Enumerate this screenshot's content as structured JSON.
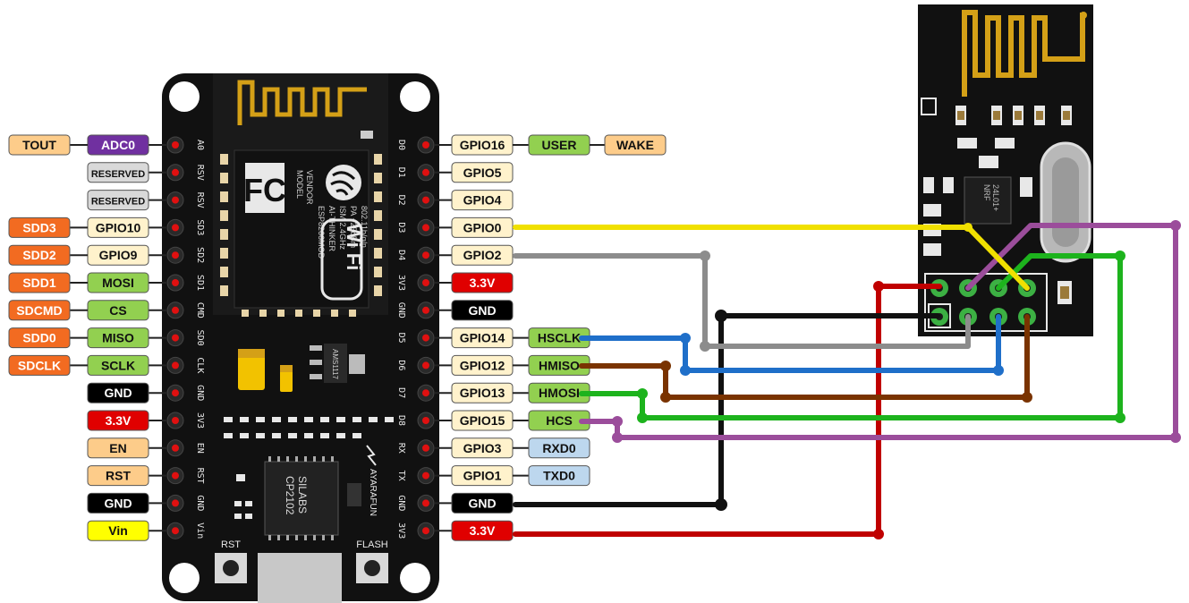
{
  "colors": {
    "board": "#111111",
    "orange": "#f26b21",
    "cream": "#fff2cc",
    "green": "#92d050",
    "red": "#e00000",
    "black": "#000000",
    "gray": "#d9d9d9",
    "purple": "#7030a0",
    "peach": "#fdcc8a",
    "yellow": "#ffff00",
    "lightblue": "#bdd7ee",
    "gold": "#d4a017",
    "wire_yellow": "#f0e000",
    "wire_gray": "#8c8c8c",
    "wire_black": "#111111",
    "wire_blue": "#1f6fc9",
    "wire_brown": "#7a3300",
    "wire_green": "#1db31d",
    "wire_purple": "#9b4d9b",
    "wire_red": "#cc0000"
  },
  "left_pins": [
    {
      "silk": "A0",
      "labels": [
        {
          "text": "TOUT",
          "color": "peach"
        },
        {
          "text": "ADC0",
          "color": "purple"
        }
      ]
    },
    {
      "silk": "RSV",
      "labels": [
        {
          "text": "RESERVED",
          "color": "gray"
        }
      ]
    },
    {
      "silk": "RSV",
      "labels": [
        {
          "text": "RESERVED",
          "color": "gray"
        }
      ]
    },
    {
      "silk": "SD3",
      "labels": [
        {
          "text": "SDD3",
          "color": "orange"
        },
        {
          "text": "GPIO10",
          "color": "cream"
        }
      ]
    },
    {
      "silk": "SD2",
      "labels": [
        {
          "text": "SDD2",
          "color": "orange"
        },
        {
          "text": "GPIO9",
          "color": "cream"
        }
      ]
    },
    {
      "silk": "SD1",
      "labels": [
        {
          "text": "SDD1",
          "color": "orange"
        },
        {
          "text": "MOSI",
          "color": "green"
        }
      ]
    },
    {
      "silk": "CMD",
      "labels": [
        {
          "text": "SDCMD",
          "color": "orange"
        },
        {
          "text": "CS",
          "color": "green"
        }
      ]
    },
    {
      "silk": "SD0",
      "labels": [
        {
          "text": "SDD0",
          "color": "orange"
        },
        {
          "text": "MISO",
          "color": "green"
        }
      ]
    },
    {
      "silk": "CLK",
      "labels": [
        {
          "text": "SDCLK",
          "color": "orange"
        },
        {
          "text": "SCLK",
          "color": "green"
        }
      ]
    },
    {
      "silk": "GND",
      "labels": [
        {
          "text": "GND",
          "color": "black"
        }
      ]
    },
    {
      "silk": "3V3",
      "labels": [
        {
          "text": "3.3V",
          "color": "red"
        }
      ]
    },
    {
      "silk": "EN",
      "labels": [
        {
          "text": "EN",
          "color": "peach"
        }
      ]
    },
    {
      "silk": "RST",
      "labels": [
        {
          "text": "RST",
          "color": "peach"
        }
      ]
    },
    {
      "silk": "GND",
      "labels": [
        {
          "text": "GND",
          "color": "black"
        }
      ]
    },
    {
      "silk": "Vin",
      "labels": [
        {
          "text": "Vin",
          "color": "yellow"
        }
      ]
    }
  ],
  "right_pins": [
    {
      "silk": "D0",
      "labels": [
        {
          "text": "GPIO16",
          "color": "cream"
        },
        {
          "text": "USER",
          "color": "green"
        },
        {
          "text": "WAKE",
          "color": "peach"
        }
      ]
    },
    {
      "silk": "D1",
      "labels": [
        {
          "text": "GPIO5",
          "color": "cream"
        }
      ]
    },
    {
      "silk": "D2",
      "labels": [
        {
          "text": "GPIO4",
          "color": "cream"
        }
      ]
    },
    {
      "silk": "D3",
      "labels": [
        {
          "text": "GPIO0",
          "color": "cream"
        }
      ]
    },
    {
      "silk": "D4",
      "labels": [
        {
          "text": "GPIO2",
          "color": "cream"
        }
      ]
    },
    {
      "silk": "3V3",
      "labels": [
        {
          "text": "3.3V",
          "color": "red"
        }
      ]
    },
    {
      "silk": "GND",
      "labels": [
        {
          "text": "GND",
          "color": "black"
        }
      ]
    },
    {
      "silk": "D5",
      "labels": [
        {
          "text": "GPIO14",
          "color": "cream"
        },
        {
          "text": "HSCLK",
          "color": "green"
        }
      ]
    },
    {
      "silk": "D6",
      "labels": [
        {
          "text": "GPIO12",
          "color": "cream"
        },
        {
          "text": "HMISO",
          "color": "green"
        }
      ]
    },
    {
      "silk": "D7",
      "labels": [
        {
          "text": "GPIO13",
          "color": "cream"
        },
        {
          "text": "HMOSI",
          "color": "green"
        }
      ]
    },
    {
      "silk": "D8",
      "labels": [
        {
          "text": "GPIO15",
          "color": "cream"
        },
        {
          "text": "HCS",
          "color": "green"
        }
      ]
    },
    {
      "silk": "RX",
      "labels": [
        {
          "text": "GPIO3",
          "color": "cream"
        },
        {
          "text": "RXD0",
          "color": "lightblue"
        }
      ]
    },
    {
      "silk": "TX",
      "labels": [
        {
          "text": "GPIO1",
          "color": "cream"
        },
        {
          "text": "TXD0",
          "color": "lightblue"
        }
      ]
    },
    {
      "silk": "GND",
      "labels": [
        {
          "text": "GND",
          "color": "black"
        }
      ]
    },
    {
      "silk": "3V3",
      "labels": [
        {
          "text": "3.3V",
          "color": "red"
        }
      ]
    }
  ],
  "module": {
    "fcc": "FC",
    "vendor_line1": "MODEL",
    "vendor_line2": "VENDOR",
    "model_line1": "ESP8266MOD",
    "model_line2": "AI-THINKER",
    "model_line3": "ISM 2.4GHz",
    "model_line4": "PA +25dBm",
    "model_line5": "802.11b/g/n",
    "wifi": "Wi Fi"
  },
  "usb_chip": {
    "line1": "SILABS",
    "line2": "CP2102"
  },
  "regulator": "AMS1117",
  "brand": "AYARAFUN",
  "buttons": {
    "rst": "RST",
    "flash": "FLASH"
  },
  "nrf_chip": {
    "line1": "NRF",
    "line2": "24L01+"
  }
}
